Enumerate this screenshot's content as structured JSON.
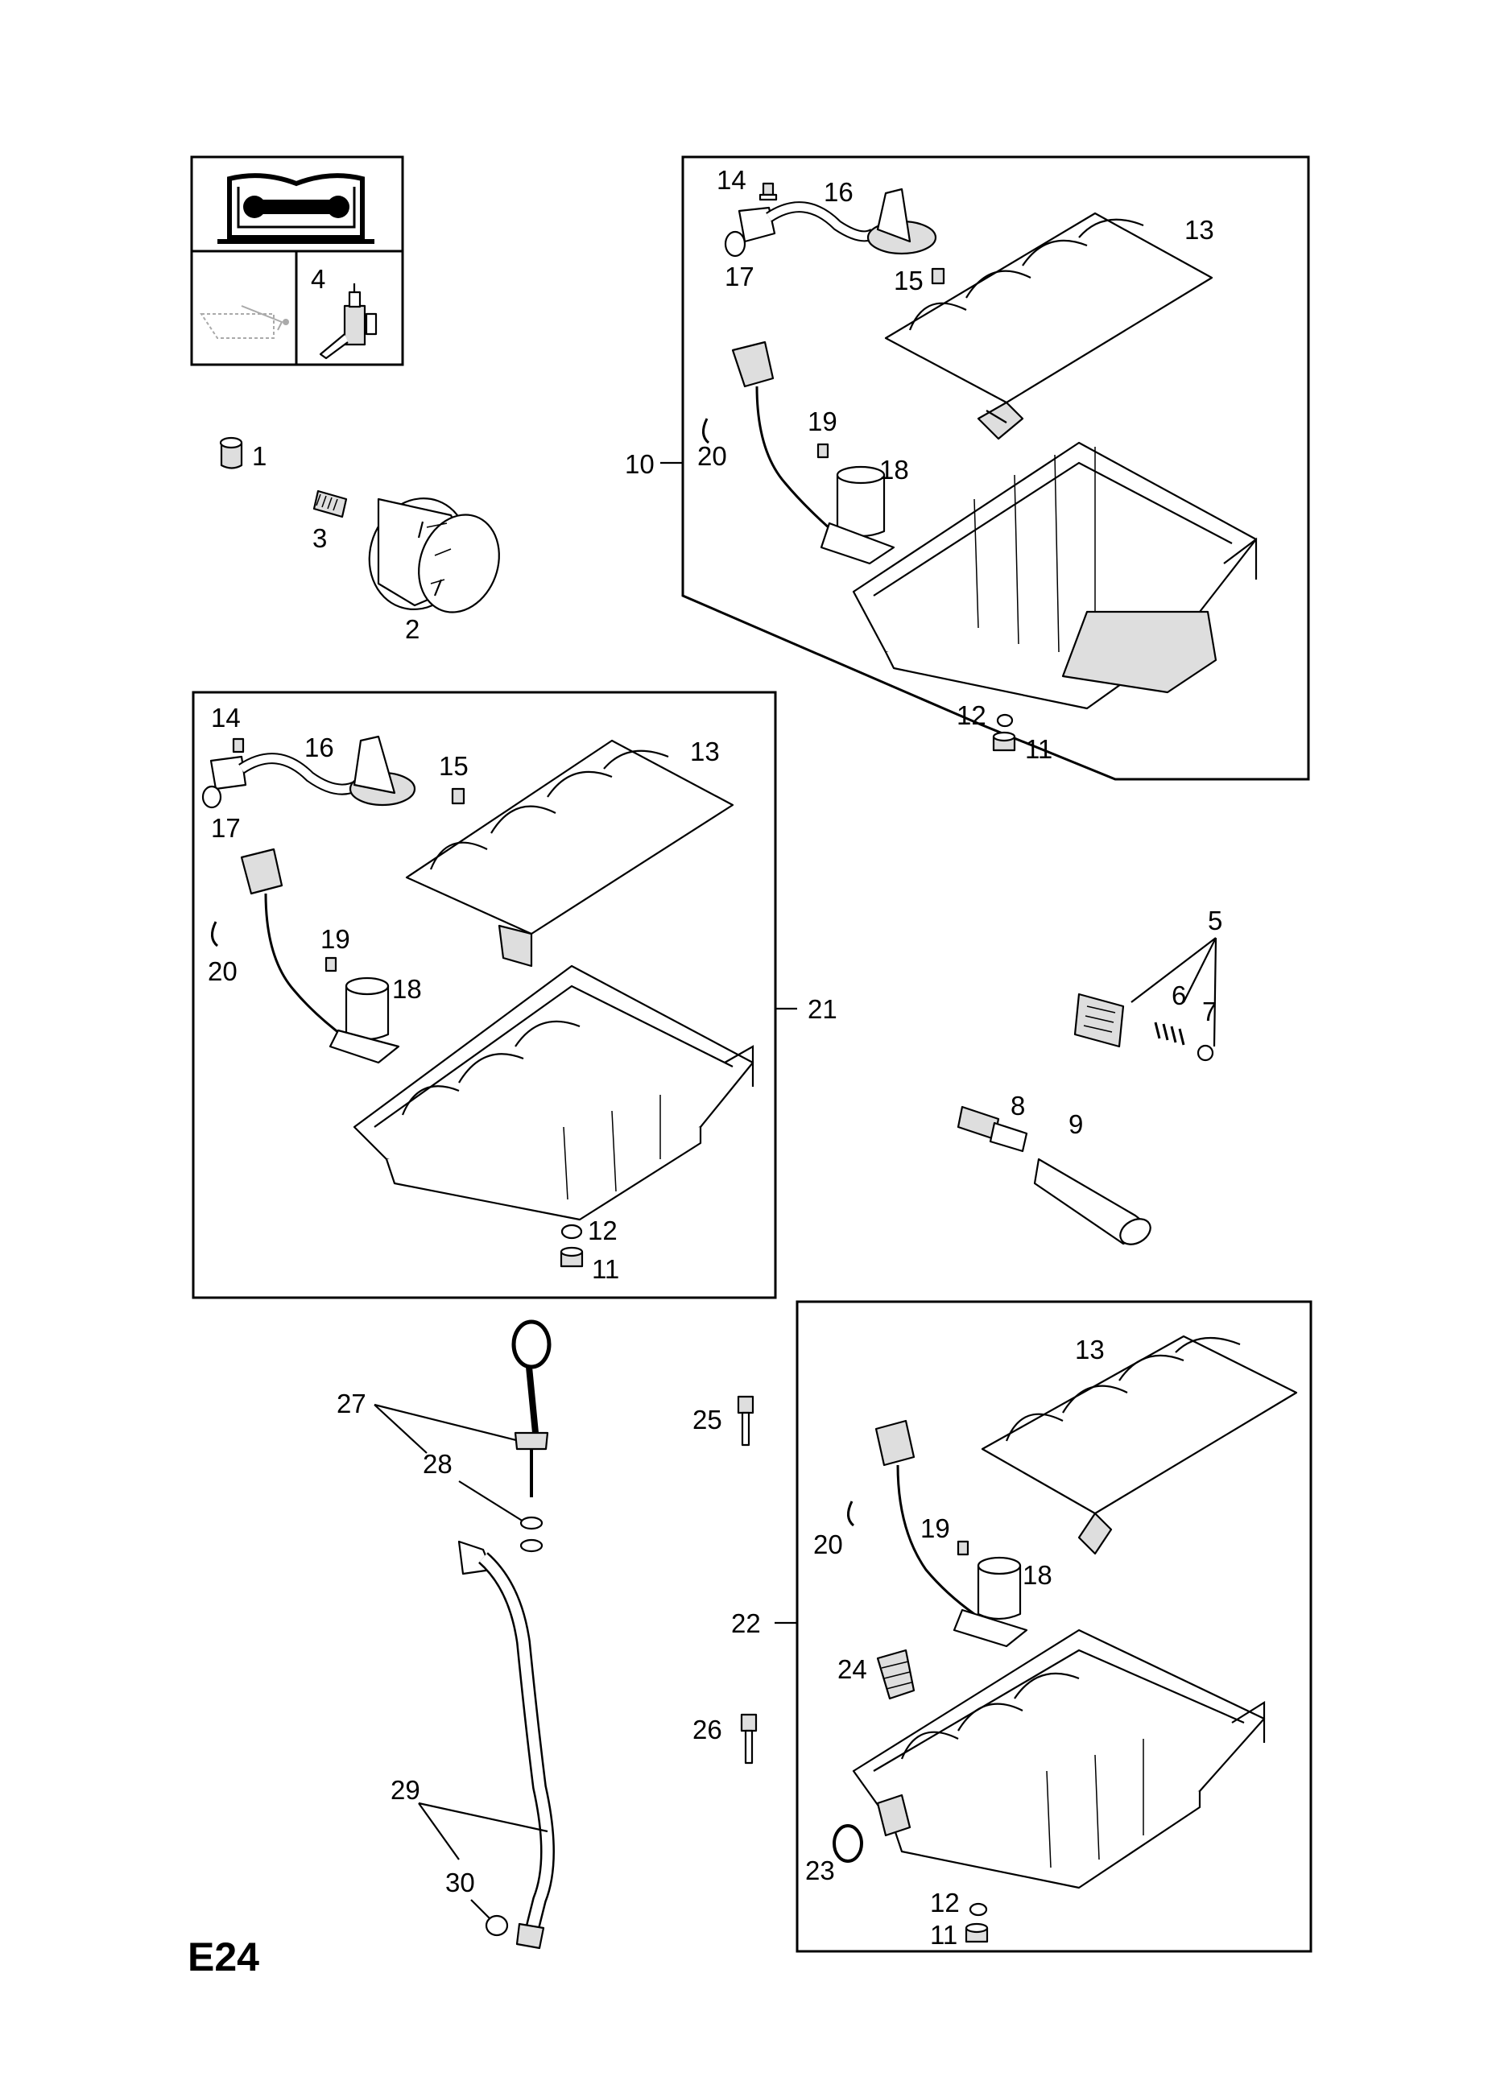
{
  "diagram": {
    "section_code": "E24",
    "labels": {
      "p1": "1",
      "p2": "2",
      "p3": "3",
      "p4": "4",
      "p5": "5",
      "p6": "6",
      "p7": "7",
      "p8": "8",
      "p9": "9",
      "p10": "10",
      "p21": "21",
      "p22": "22",
      "b1_14": "14",
      "b1_16": "16",
      "b1_13": "13",
      "b1_17": "17",
      "b1_15": "15",
      "b1_19": "19",
      "b1_20": "20",
      "b1_18": "18",
      "b1_12": "12",
      "b1_11": "11",
      "b2_14": "14",
      "b2_16": "16",
      "b2_15": "15",
      "b2_13": "13",
      "b2_17": "17",
      "b2_19": "19",
      "b2_20": "20",
      "b2_18": "18",
      "b2_12": "12",
      "b2_11": "11",
      "p27": "27",
      "p28": "28",
      "p29": "29",
      "p30": "30",
      "p25": "25",
      "p26": "26",
      "b3_13": "13",
      "b3_19": "19",
      "b3_20": "20",
      "b3_18": "18",
      "b3_24": "24",
      "b3_23": "23",
      "b3_12": "12",
      "b3_11": "11"
    }
  }
}
